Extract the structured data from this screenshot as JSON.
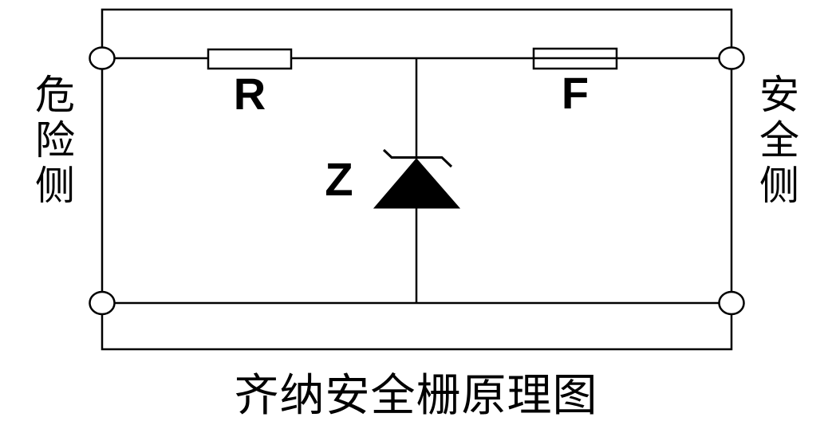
{
  "diagram": {
    "caption": "齐纳安全栅原理图",
    "sides": {
      "left_label": "危险侧",
      "right_label": "安全侧"
    },
    "components": {
      "resistor_label": "R",
      "fuse_label": "F",
      "zener_label": "Z"
    },
    "colors": {
      "line": "#000000",
      "background": "#ffffff",
      "component_fill": "#ffffff",
      "diode_fill": "#000000"
    }
  }
}
